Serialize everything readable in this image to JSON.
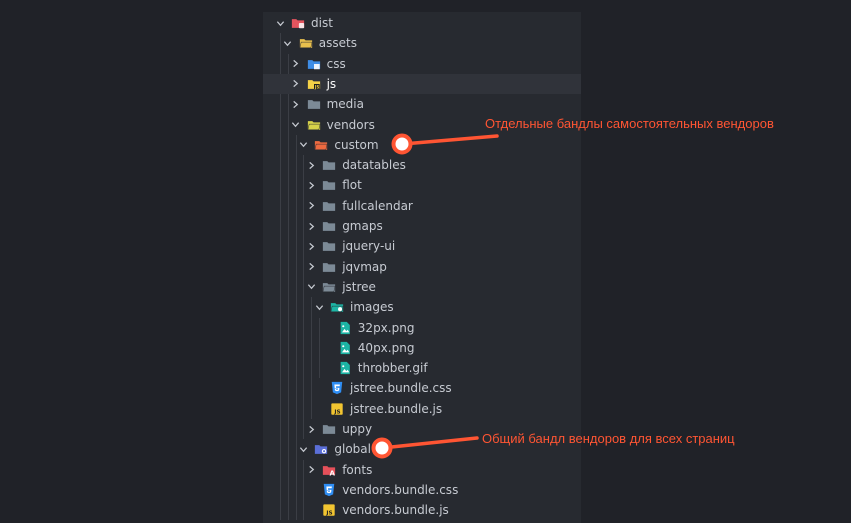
{
  "tree": [
    {
      "label": "dist",
      "depth": 0,
      "chevron": "down",
      "icon": "folder-red-icon",
      "folder_color": "#e4545e"
    },
    {
      "label": "assets",
      "depth": 1,
      "chevron": "down",
      "icon": "folder-yellow-open-icon",
      "folder_color": "#e9c04d"
    },
    {
      "label": "css",
      "depth": 2,
      "chevron": "right",
      "icon": "folder-blue-icon",
      "folder_color": "#3e8de6"
    },
    {
      "label": "js",
      "depth": 2,
      "chevron": "right",
      "icon": "folder-js-icon",
      "folder_color": "#f5d247",
      "highlight": true
    },
    {
      "label": "media",
      "depth": 2,
      "chevron": "right",
      "icon": "folder-gray-icon",
      "folder_color": "#7c8a96"
    },
    {
      "label": "vendors",
      "depth": 2,
      "chevron": "down",
      "icon": "folder-yellow-open-icon",
      "folder_color": "#d6d24a"
    },
    {
      "label": "custom",
      "depth": 3,
      "chevron": "down",
      "icon": "folder-red-open-icon",
      "folder_color": "#ee6a40"
    },
    {
      "label": "datatables",
      "depth": 4,
      "chevron": "right",
      "icon": "folder-gray-icon",
      "folder_color": "#7c8a96"
    },
    {
      "label": "flot",
      "depth": 4,
      "chevron": "right",
      "icon": "folder-gray-icon",
      "folder_color": "#7c8a96"
    },
    {
      "label": "fullcalendar",
      "depth": 4,
      "chevron": "right",
      "icon": "folder-gray-icon",
      "folder_color": "#7c8a96"
    },
    {
      "label": "gmaps",
      "depth": 4,
      "chevron": "right",
      "icon": "folder-gray-icon",
      "folder_color": "#7c8a96"
    },
    {
      "label": "jquery-ui",
      "depth": 4,
      "chevron": "right",
      "icon": "folder-gray-icon",
      "folder_color": "#7c8a96"
    },
    {
      "label": "jqvmap",
      "depth": 4,
      "chevron": "right",
      "icon": "folder-gray-icon",
      "folder_color": "#7c8a96"
    },
    {
      "label": "jstree",
      "depth": 4,
      "chevron": "down",
      "icon": "folder-gray-open-icon",
      "folder_color": "#7c8a96"
    },
    {
      "label": "images",
      "depth": 5,
      "chevron": "down",
      "icon": "folder-images-icon",
      "folder_color": "#1db5a5"
    },
    {
      "label": "32px.png",
      "depth": 6,
      "chevron": "none",
      "icon": "image-file-icon",
      "folder_color": "#1db5a5"
    },
    {
      "label": "40px.png",
      "depth": 6,
      "chevron": "none",
      "icon": "image-file-icon",
      "folder_color": "#1db5a5"
    },
    {
      "label": "throbber.gif",
      "depth": 6,
      "chevron": "none",
      "icon": "image-file-icon",
      "folder_color": "#1db5a5"
    },
    {
      "label": "jstree.bundle.css",
      "depth": 5,
      "chevron": "none",
      "icon": "css-file-icon",
      "folder_color": "#2f8ef4"
    },
    {
      "label": "jstree.bundle.js",
      "depth": 5,
      "chevron": "none",
      "icon": "js-file-icon",
      "folder_color": "#f2c531"
    },
    {
      "label": "uppy",
      "depth": 4,
      "chevron": "right",
      "icon": "folder-gray-icon",
      "folder_color": "#7c8a96"
    },
    {
      "label": "global",
      "depth": 3,
      "chevron": "down",
      "icon": "folder-global-icon",
      "folder_color": "#5b6fd8"
    },
    {
      "label": "fonts",
      "depth": 4,
      "chevron": "right",
      "icon": "folder-fonts-icon",
      "folder_color": "#e5505a"
    },
    {
      "label": "vendors.bundle.css",
      "depth": 4,
      "chevron": "none",
      "icon": "css-file-icon",
      "folder_color": "#2f8ef4"
    },
    {
      "label": "vendors.bundle.js",
      "depth": 4,
      "chevron": "none",
      "icon": "js-file-icon",
      "folder_color": "#f2c531"
    }
  ],
  "annotations": [
    {
      "text": "Отдельные бандлы самостоятельных вендоров",
      "target": "custom"
    },
    {
      "text": "Общий бандл вендоров для всех страниц",
      "target": "global"
    }
  ],
  "annotation_color": "#ff5533"
}
